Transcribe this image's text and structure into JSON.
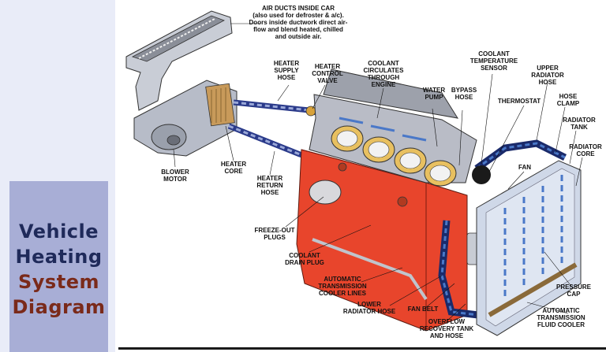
{
  "title": {
    "line1": "Vehicle",
    "line2": "Heating",
    "line3": "System",
    "line4": "Diagram"
  },
  "colors": {
    "engine_block": "#e8452c",
    "head": "#b9bcc6",
    "radiator": "#cfd8e8",
    "hose": "#2a3a8a",
    "arrow": "#4a78c8",
    "title_box": "#a8aed6"
  },
  "labels": {
    "air_ducts": "AIR DUCTS INSIDE CAR\n(also used for defroster & a/c).\nDoors inside ductwork direct air-\nflow and blend heated, chilled\nand outside air.",
    "heater_supply_hose": "HEATER\nSUPPLY\nHOSE",
    "heater_control_valve": "HEATER\nCONTROL\nVALVE",
    "coolant_circulates": "COOLANT\nCIRCULATES\nTHROUGH\nENGINE",
    "water_pump": "WATER\nPUMP",
    "bypass_hose": "BYPASS\nHOSE",
    "coolant_temp_sensor": "COOLANT\nTEMPERATURE\nSENSOR",
    "thermostat": "THERMOSTAT",
    "upper_radiator_hose": "UPPER\nRADIATOR\nHOSE",
    "hose_clamp": "HOSE\nCLAMP",
    "radiator_tank": "RADIATOR\nTANK",
    "radiator_core": "RADIATOR\nCORE",
    "fan": "FAN",
    "blower_motor": "BLOWER\nMOTOR",
    "heater_core": "HEATER\nCORE",
    "heater_return_hose": "HEATER\nRETURN\nHOSE",
    "freeze_out_plugs": "FREEZE-OUT\nPLUGS",
    "coolant_drain_plug": "COOLANT\nDRAIN PLUG",
    "auto_trans_cooler_lines": "AUTOMATIC\nTRANSMISSION\nCOOLER LINES",
    "lower_radiator_hose": "LOWER\nRADIATOR HOSE",
    "fan_belt": "FAN BELT",
    "overflow_tank": "OVERFLOW\nRECOVERY TANK\nAND HOSE",
    "pressure_cap": "PRESSURE\nCAP",
    "auto_trans_fluid_cooler": "AUTOMATIC\nTRANSMISSION\nFLUID COOLER"
  }
}
